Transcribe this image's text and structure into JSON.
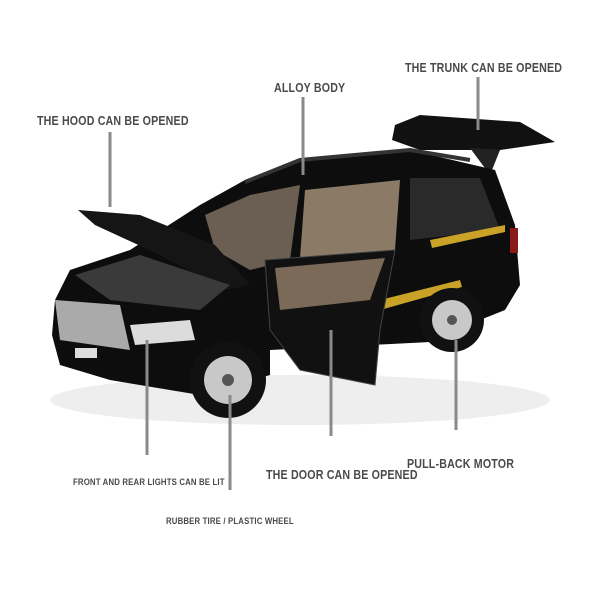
{
  "labels": {
    "hood": "THE HOOD CAN BE OPENED",
    "alloy_body": "ALLOY BODY",
    "trunk": "THE TRUNK CAN BE OPENED",
    "lights": "FRONT AND REAR LIGHTS CAN BE LIT",
    "tire": "RUBBER TIRE / PLASTIC WHEEL",
    "door": "THE DOOR CAN BE OPENED",
    "motor": "PULL-BACK MOTOR"
  },
  "colors": {
    "car_body": "#0d0d0d",
    "stripe": "#c9a227",
    "leader_line": "#8a8a8a",
    "label_text": "#4a4a4a"
  }
}
